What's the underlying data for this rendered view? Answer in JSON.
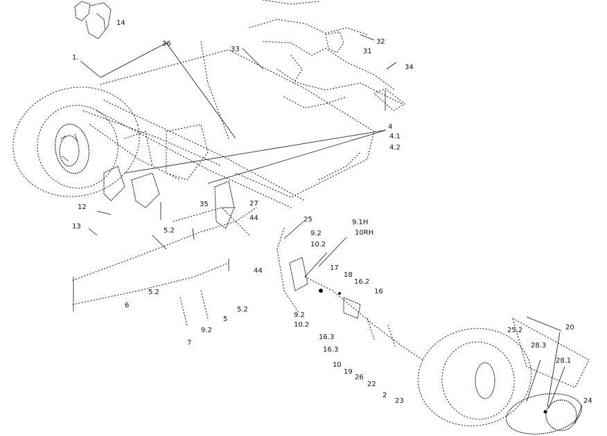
{
  "callouts": [
    {
      "id": "c1",
      "text": "1."
    },
    {
      "id": "c36",
      "text": "36"
    },
    {
      "id": "c33",
      "text": "33"
    },
    {
      "id": "c32",
      "text": "32"
    },
    {
      "id": "c31",
      "text": "31"
    },
    {
      "id": "c34",
      "text": "34"
    },
    {
      "id": "c14",
      "text": "14"
    },
    {
      "id": "c4",
      "text": "4"
    },
    {
      "id": "c4_1",
      "text": "4.1"
    },
    {
      "id": "c4_2",
      "text": "4.2"
    },
    {
      "id": "c12",
      "text": "12"
    },
    {
      "id": "c13",
      "text": "13"
    },
    {
      "id": "c35",
      "text": "35"
    },
    {
      "id": "c27",
      "text": "27"
    },
    {
      "id": "c44a",
      "text": "44"
    },
    {
      "id": "c44b",
      "text": "44"
    },
    {
      "id": "c25",
      "text": "25"
    },
    {
      "id": "c9lh",
      "text": "9.1H"
    },
    {
      "id": "c10rh",
      "text": "10RH"
    },
    {
      "id": "c9_2a",
      "text": "9.2"
    },
    {
      "id": "c10_2a",
      "text": "10.2"
    },
    {
      "id": "c5_2a",
      "text": "5.2"
    },
    {
      "id": "c5_2b",
      "text": "5.2"
    },
    {
      "id": "c5_2c",
      "text": "5.2"
    },
    {
      "id": "c6",
      "text": "6"
    },
    {
      "id": "c5",
      "text": "5"
    },
    {
      "id": "c9_2b",
      "text": "9.2"
    },
    {
      "id": "c7",
      "text": "7"
    },
    {
      "id": "c17",
      "text": "17"
    },
    {
      "id": "c18",
      "text": "18"
    },
    {
      "id": "c16_2",
      "text": "16.2"
    },
    {
      "id": "c16",
      "text": "16"
    },
    {
      "id": "c9_2c",
      "text": "9.2"
    },
    {
      "id": "c10_2b",
      "text": "10.2"
    },
    {
      "id": "c16_3",
      "text": "16.3"
    },
    {
      "id": "c16_3b",
      "text": "16.3"
    },
    {
      "id": "c10",
      "text": "10"
    },
    {
      "id": "c19",
      "text": "19"
    },
    {
      "id": "c26",
      "text": "26"
    },
    {
      "id": "c22",
      "text": "22"
    },
    {
      "id": "c2",
      "text": "2"
    },
    {
      "id": "c23",
      "text": "23"
    },
    {
      "id": "c25_2",
      "text": "25.2"
    },
    {
      "id": "c20",
      "text": "20"
    },
    {
      "id": "c28_3",
      "text": "28.3"
    },
    {
      "id": "c28_1",
      "text": "28.1"
    },
    {
      "id": "c24",
      "text": "24"
    }
  ]
}
